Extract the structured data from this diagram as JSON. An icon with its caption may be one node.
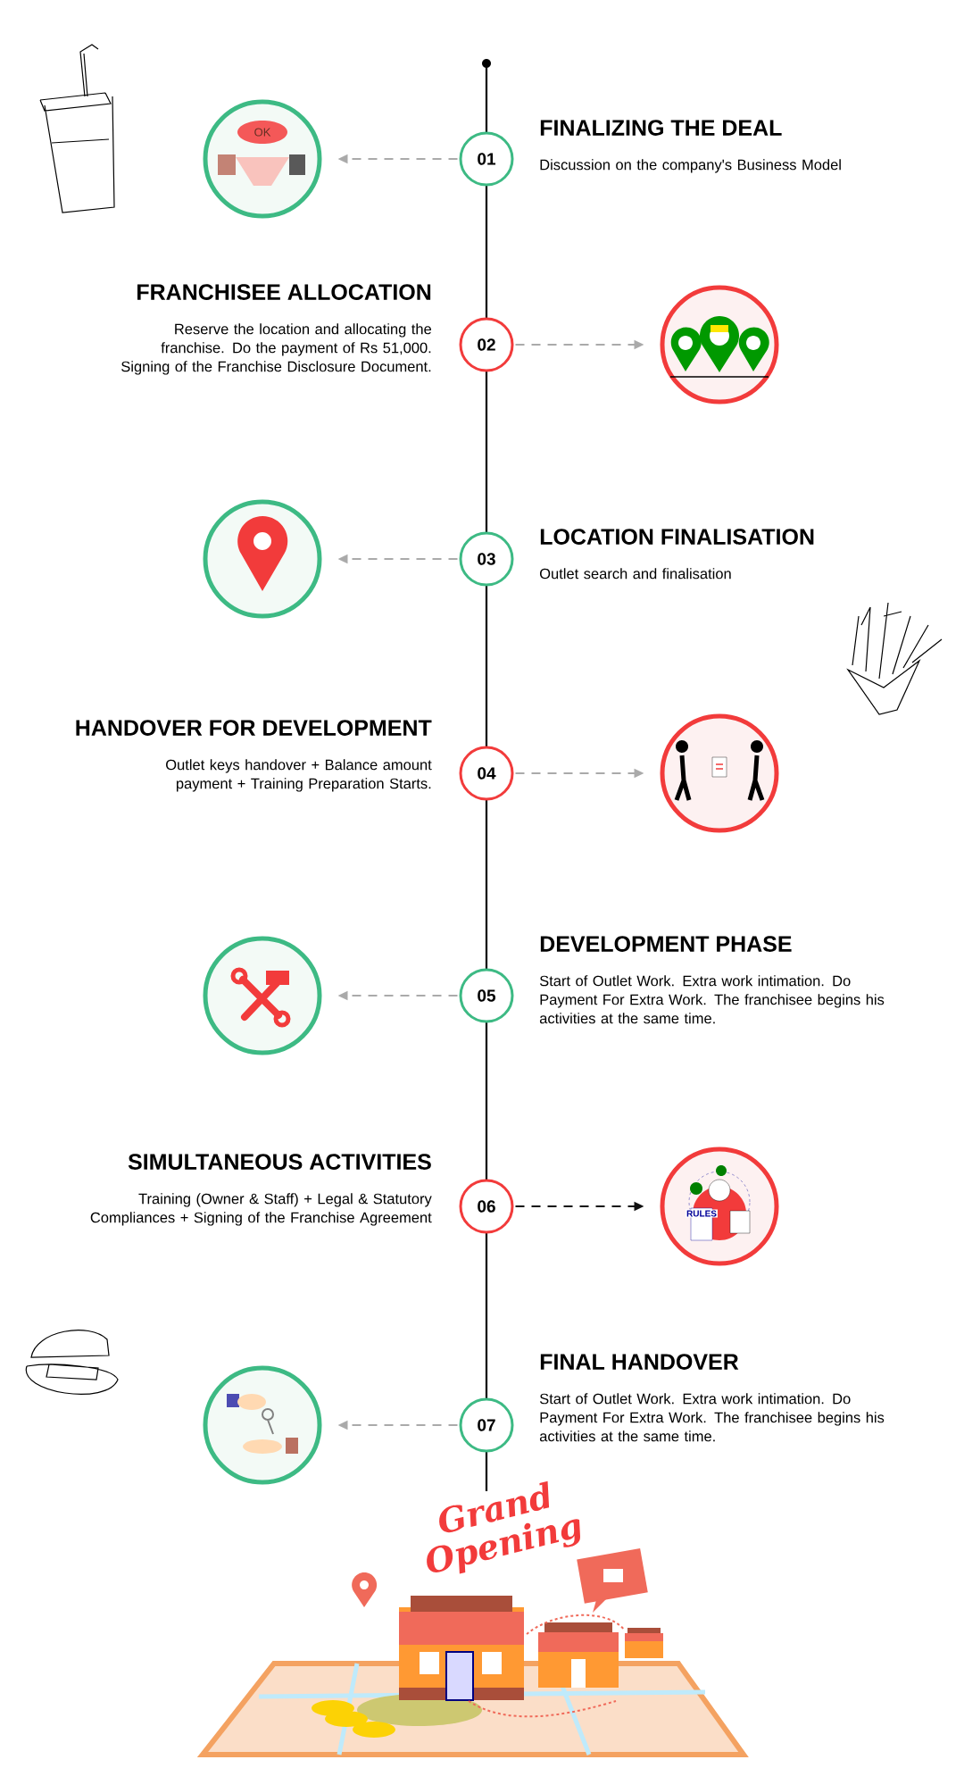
{
  "diagram": {
    "nodes": [
      {
        "text": [
          "01"
        ],
        "beside": [
          "FINALIZING THE DEAL",
          "Discussion on the company's Business Model"
        ]
      },
      {
        "text": [
          "02"
        ],
        "beside": [
          "FRANCHISEE ALLOCATION",
          "Reserve the location and allocating the franchise. Do the payment of Rs 51,000. Signing of the Franchise Disclosure Document."
        ]
      },
      {
        "text": [
          "03"
        ],
        "beside": [
          "LOCATION FINALISATION",
          "Outlet search and finalisation"
        ]
      },
      {
        "text": [
          "04"
        ],
        "beside": [
          "HANDOVER FOR DEVELOPMENT",
          "Outlet keys handover + Balance amount payment + Training Preparation Starts."
        ]
      },
      {
        "text": [
          "05"
        ],
        "beside": [
          "DEVELOPMENT PHASE",
          "Start of Outlet Work. Extra work intimation. Do Payment For Extra Work. The franchisee begins his activities at the same time."
        ]
      },
      {
        "text": [
          "06"
        ],
        "beside": [
          "SIMULTANEOUS ACTIVITIES",
          "Training (Owner & Staff) + Legal & Statutory Compliances + Signing of the Franchise Agreement"
        ]
      },
      {
        "text": [
          "07"
        ],
        "beside": [
          "FINAL HANDOVER",
          "Start of Outlet Work. Extra work intimation. Do Payment For Extra Work. The franchisee begins his activities at the same time."
        ]
      },
      {
        "text": [],
        "shape": "circle"
      },
      {
        "text": [],
        "shape": "circle"
      },
      {
        "text": [],
        "shape": "circle"
      },
      {
        "text": [],
        "shape": "circle"
      },
      {
        "text": [],
        "shape": "circle"
      },
      {
        "text": [],
        "shape": "circle"
      },
      {
        "text": [],
        "shape": "circle"
      }
    ],
    "edges": [
      {
        "from": 0,
        "to": 7,
        "arrow": "to",
        "style": "dashed"
      },
      {
        "from": 1,
        "to": 8,
        "arrow": "to",
        "style": "dashed"
      },
      {
        "from": 2,
        "to": 9,
        "arrow": "to",
        "style": "dashed"
      },
      {
        "from": 3,
        "to": 10,
        "arrow": "to",
        "style": "dashed"
      },
      {
        "from": 4,
        "to": 11,
        "arrow": "to",
        "style": "dashed"
      },
      {
        "from": 5,
        "to": 12,
        "arrow": "to",
        "style": "dashed",
        "color": "#111111"
      },
      {
        "from": 6,
        "to": 13,
        "arrow": "to",
        "style": "dashed"
      }
    ],
    "labels": [
      "OK",
      "RULES",
      "Grand Opening"
    ]
  }
}
